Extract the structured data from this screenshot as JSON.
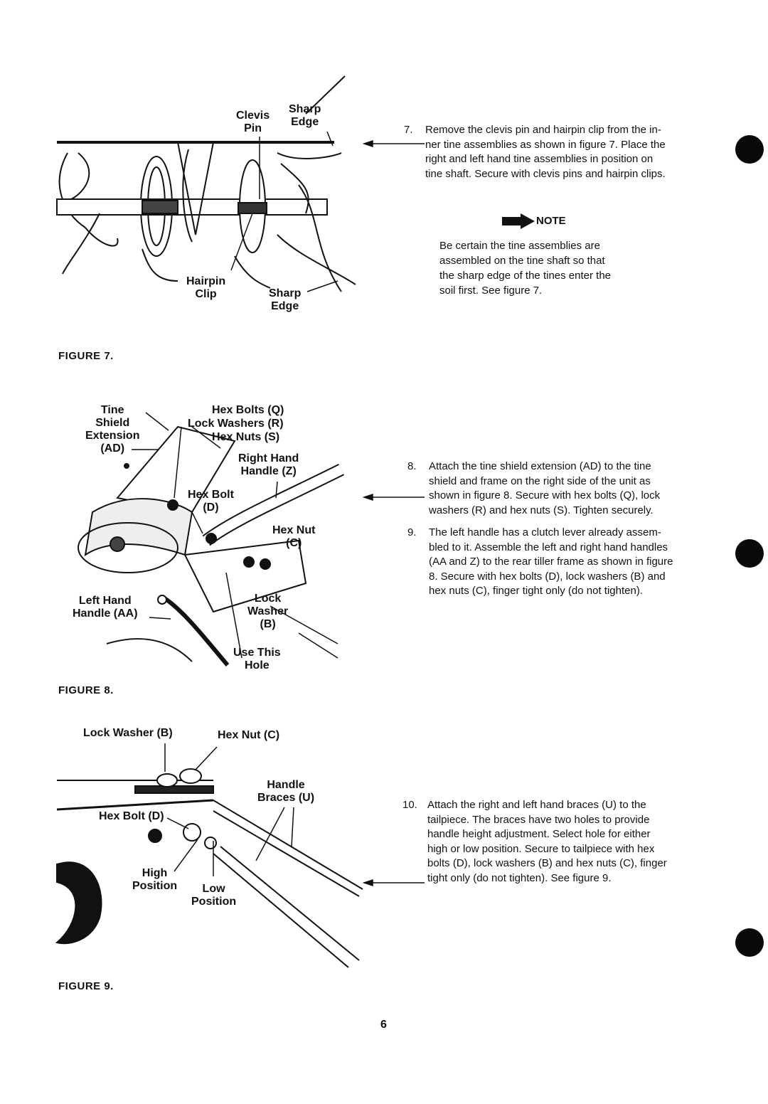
{
  "figure7": {
    "caption": "FIGURE 7.",
    "labels": {
      "clevis_pin": "Clevis\nPin",
      "sharp_edge_top": "Sharp\nEdge",
      "hairpin_clip": "Hairpin\nClip",
      "sharp_edge_bottom": "Sharp\nEdge"
    }
  },
  "figure8": {
    "caption": "FIGURE 8.",
    "labels": {
      "tine_shield_extension": "Tine\nShield\nExtension\n(AD)",
      "hex_bolts": "Hex Bolts (Q)",
      "lock_washers": "Lock Washers (R)",
      "hex_nuts": "Hex Nuts (S)",
      "right_hand_handle": "Right Hand\nHandle (Z)",
      "hex_bolt_d": "Hex Bolt\n(D)",
      "hex_nut_c": "Hex Nut\n(C)",
      "left_hand_handle": "Left Hand\nHandle (AA)",
      "lock_washer_b": "Lock\nWasher\n(B)",
      "use_this_hole": "Use This\nHole"
    }
  },
  "figure9": {
    "caption": "FIGURE 9.",
    "labels": {
      "lock_washer_b": "Lock Washer (B)",
      "hex_nut_c": "Hex Nut (C)",
      "handle_braces": "Handle\nBraces (U)",
      "hex_bolt_d": "Hex Bolt (D)",
      "high_position": "High\nPosition",
      "low_position": "Low\nPosition"
    }
  },
  "steps": {
    "s7": {
      "num": "7.",
      "text": "Remove the clevis pin and hairpin clip from the in-\nner tine assemblies as shown in figure 7. Place the\nright and left hand tine assemblies in position on\ntine shaft. Secure with clevis pins and hairpin clips."
    },
    "note": {
      "heading": "NOTE",
      "body": "Be certain the tine assemblies are\nassembled on the tine shaft so that\nthe sharp edge of the tines enter the\nsoil first. See figure 7."
    },
    "s8": {
      "num": "8.",
      "text": "Attach the tine shield extension (AD) to the tine\nshield and frame on the right side of the unit as\nshown in figure 8. Secure with hex bolts (Q), lock\nwashers (R) and hex nuts (S). Tighten securely."
    },
    "s9": {
      "num": "9.",
      "text": "The left handle has a clutch lever already assem-\nbled to it. Assemble the left and right hand handles\n(AA and Z) to the rear tiller frame as shown in figure\n8. Secure with hex bolts (D), lock washers (B) and\nhex nuts (C), finger tight only (do not tighten)."
    },
    "s10": {
      "num": "10.",
      "text": "Attach the right and left hand braces (U) to the\ntailpiece. The braces have two holes to provide\nhandle height adjustment. Select hole for either\nhigh or low position. Secure to tailpiece with hex\nbolts (D), lock washers (B) and hex nuts (C), finger\ntight only (do not tighten). See figure 9."
    }
  },
  "page_number": "6"
}
